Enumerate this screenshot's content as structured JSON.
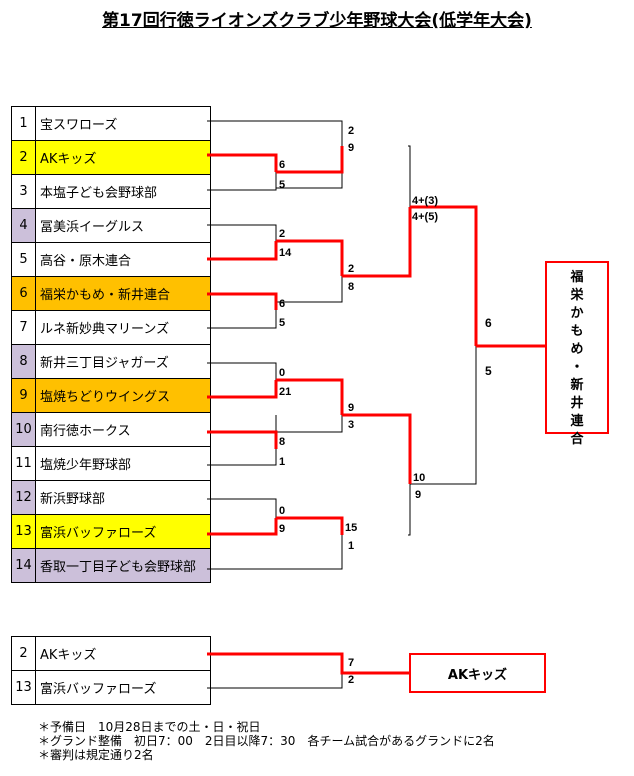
{
  "title": "第17回行徳ライオンズクラブ少年野球大会(低学年大会)",
  "teams": [
    {
      "num": "1",
      "name": "宝スワローズ"
    },
    {
      "num": "2",
      "name": "AKキッズ"
    },
    {
      "num": "3",
      "name": "本塩子ども会野球部"
    },
    {
      "num": "4",
      "name": "冨美浜イーグルス"
    },
    {
      "num": "5",
      "name": "高谷・原木連合"
    },
    {
      "num": "6",
      "name": "福栄かもめ・新井連合"
    },
    {
      "num": "7",
      "name": "ルネ新妙典マリーンズ"
    },
    {
      "num": "8",
      "name": "新井三丁目ジャガーズ"
    },
    {
      "num": "9",
      "name": "塩焼ちどりウイングス"
    },
    {
      "num": "10",
      "name": "南行徳ホークス"
    },
    {
      "num": "11",
      "name": "塩焼少年野球部"
    },
    {
      "num": "12",
      "name": "新浜野球部"
    },
    {
      "num": "13",
      "name": "富浜バッファローズ"
    },
    {
      "num": "14",
      "name": "香取一丁目子ども会野球部"
    }
  ],
  "scores": {
    "r1_m1": [
      "6",
      "5"
    ],
    "r1_m2": [
      "2",
      "14"
    ],
    "r1_m3": [
      "6",
      "5"
    ],
    "r1_m4": [
      "0",
      "21"
    ],
    "r1_m5": [
      "8",
      "1"
    ],
    "r1_m6": [
      "0",
      "9"
    ],
    "r2_m1": [
      "2",
      "9"
    ],
    "r2_m2": [
      "2",
      "8"
    ],
    "r2_m3": [
      "9",
      "3"
    ],
    "r2_m4": [
      "15",
      "1"
    ],
    "semi_top": [
      "4+(3)",
      "4+(5)"
    ],
    "semi_bottom": [
      "10",
      "9"
    ],
    "final": [
      "6",
      "5"
    ]
  },
  "champion": "福栄かもめ・新井連合",
  "champion_chars": [
    "福",
    "栄",
    "か",
    "も",
    "め",
    "・",
    "新",
    "井",
    "連",
    "合"
  ],
  "final_match": {
    "teams": [
      {
        "num": "2",
        "name": "AKキッズ"
      },
      {
        "num": "13",
        "name": "富浜バッファローズ"
      }
    ],
    "scores": [
      "7",
      "2"
    ],
    "winner": "AKキッズ"
  },
  "notes": [
    "＊予備日　10月28日までの土・日・祝日",
    "＊グランド整備　初日7：00　2日目以降7：30　各チーム試合があるグランドに2名",
    "＊審判は規定通り2名"
  ],
  "colors": {
    "winner_line": "#ff0000",
    "loser_line": "#000000",
    "seed": "#ccc0da",
    "yellow": "#ffff00",
    "orange": "#ffc000"
  }
}
